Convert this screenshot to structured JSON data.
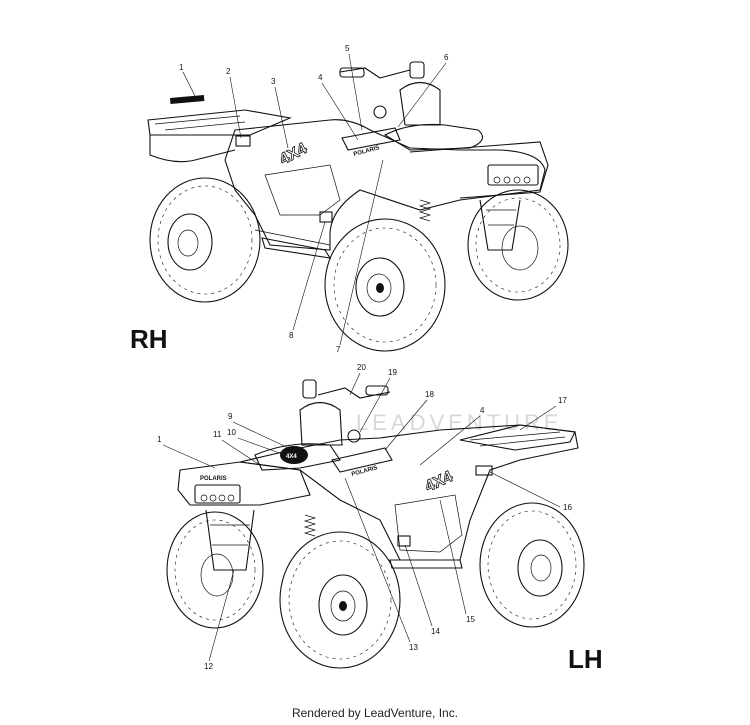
{
  "views": {
    "top_label": "RH",
    "bottom_label": "LH"
  },
  "decals": {
    "decal_4x4": "4X4",
    "decal_brand": "POLARIS",
    "decal_small_4x4": "4X4"
  },
  "callouts": {
    "c1": "1",
    "c2": "2",
    "c3": "3",
    "c4": "4",
    "c5": "5",
    "c6": "6",
    "c7": "7",
    "c8": "8",
    "c1b": "1",
    "c4b": "4",
    "c9": "9",
    "c10": "10",
    "c11": "11",
    "c12": "12",
    "c13": "13",
    "c14": "14",
    "c15": "15",
    "c16": "16",
    "c17": "17",
    "c18": "18",
    "c19": "19",
    "c20": "20"
  },
  "watermark": "LEADVENTURE",
  "footer": "Rendered by LeadVenture, Inc."
}
